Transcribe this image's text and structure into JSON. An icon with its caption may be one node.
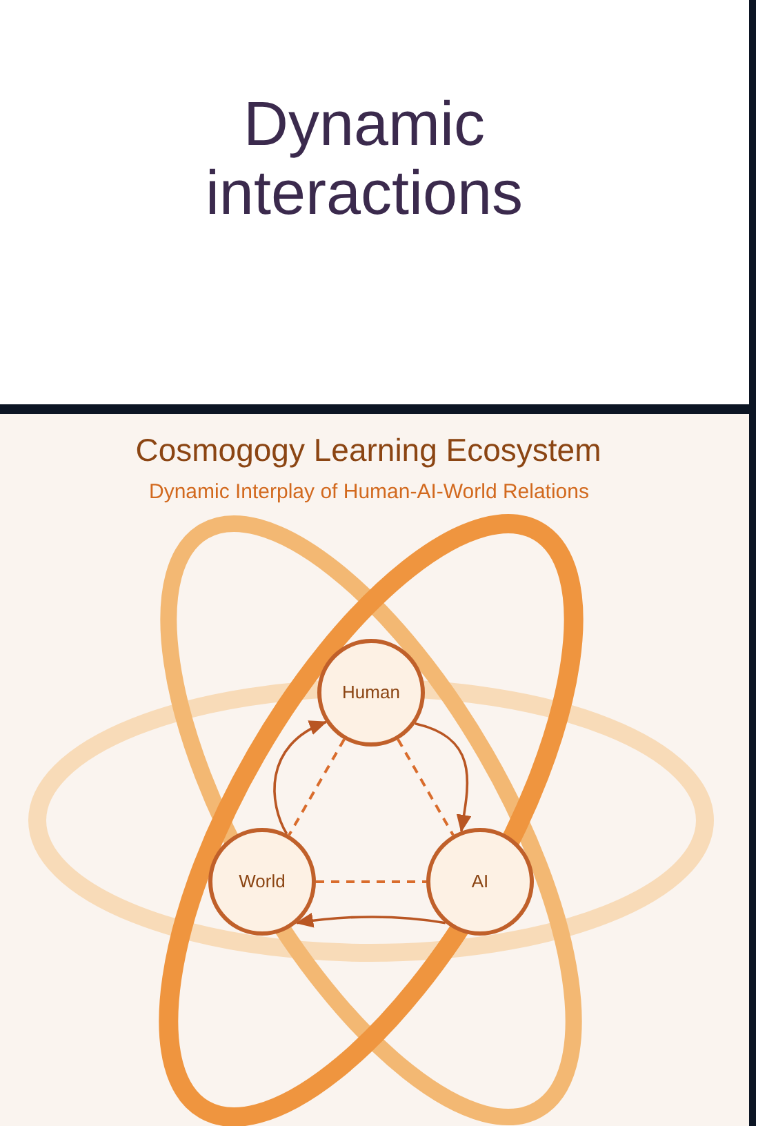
{
  "diagram": {
    "title": "Cosmogogy Learning Ecosystem",
    "nodes": [
      {
        "text": [
          "Human"
        ]
      },
      {
        "text": [
          "World"
        ]
      },
      {
        "text": [
          "AI"
        ]
      }
    ],
    "edges": [
      {
        "from": 1,
        "to": 0,
        "arrow": "to"
      },
      {
        "from": 0,
        "to": 2,
        "arrow": "to"
      },
      {
        "from": 2,
        "to": 1,
        "arrow": "to"
      },
      {
        "from": 0,
        "to": 1,
        "arrow": "none",
        "style": "dashed",
        "color": "#d96c2c"
      },
      {
        "from": 0,
        "to": 2,
        "arrow": "none",
        "style": "dashed",
        "color": "#d96c2c"
      },
      {
        "from": 1,
        "to": 2,
        "arrow": "none",
        "style": "dashed",
        "color": "#d96c2c"
      }
    ],
    "labels": [
      "Dynamic interactions",
      "Dynamic Interplay of Human-AI-World Relations"
    ]
  }
}
